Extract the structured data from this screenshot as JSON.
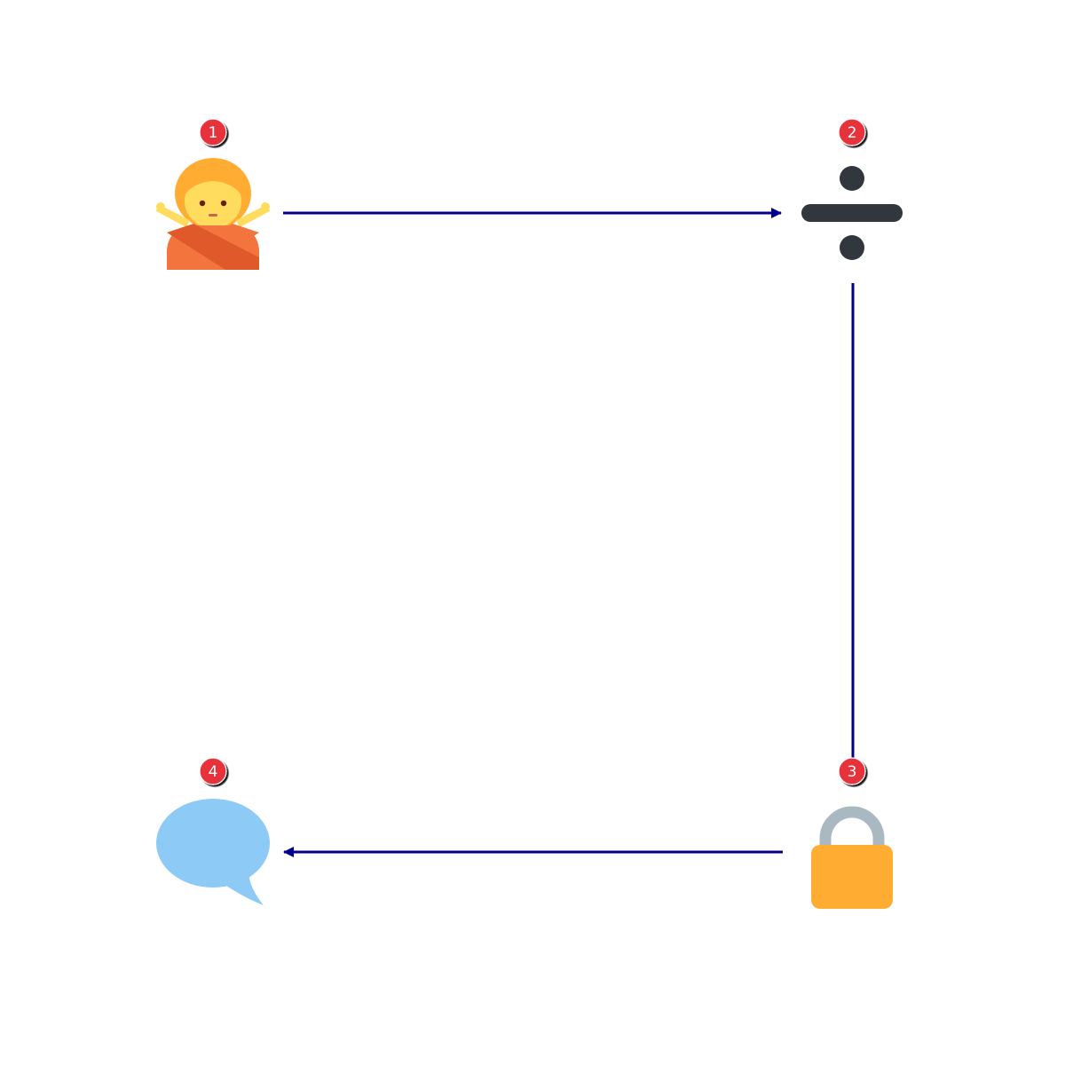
{
  "diagram": {
    "nodes": [
      {
        "id": "1",
        "badge": "1",
        "icon": "no-gesture-person-icon"
      },
      {
        "id": "2",
        "badge": "2",
        "icon": "division-sign-icon"
      },
      {
        "id": "3",
        "badge": "3",
        "icon": "padlock-icon"
      },
      {
        "id": "4",
        "badge": "4",
        "icon": "speech-bubble-icon"
      }
    ],
    "edges": [
      {
        "from": "1",
        "to": "2",
        "arrow": "end"
      },
      {
        "from": "2",
        "to": "3",
        "arrow": "none"
      },
      {
        "from": "3",
        "to": "4",
        "arrow": "end"
      }
    ],
    "colors": {
      "connector": "#00008b",
      "badge_fill": "#e8303a",
      "badge_text": "#ffffff",
      "person_hair": "#ffac33",
      "person_skin": "#ffdc5d",
      "person_shirt": "#f4743e",
      "person_shirt_dark": "#e0592a",
      "division_sign": "#31373d",
      "lock_body": "#ffac33",
      "lock_shackle": "#aab8c2",
      "speech_bubble": "#8ecaf6"
    }
  }
}
